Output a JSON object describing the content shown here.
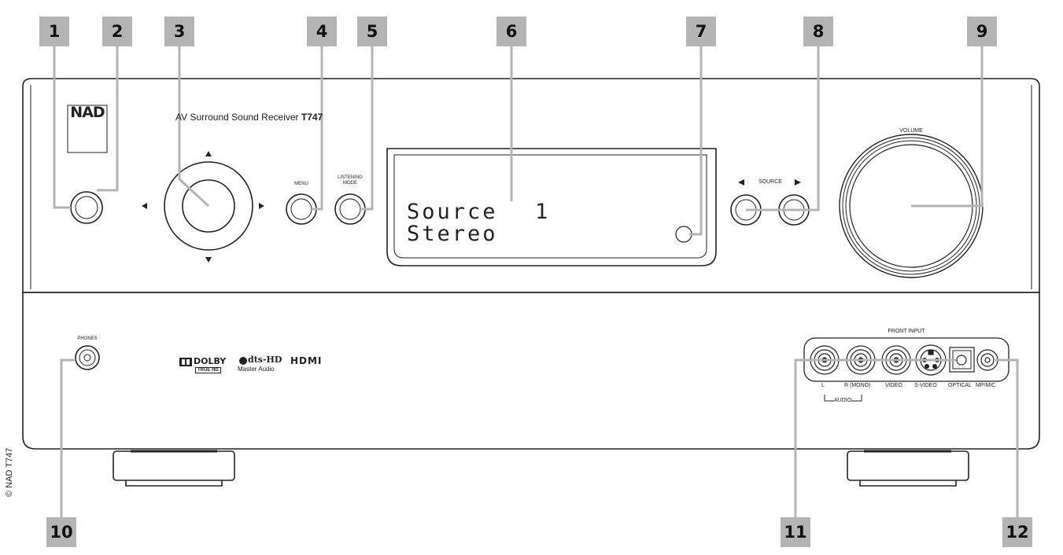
{
  "callouts": {
    "c1": "1",
    "c2": "2",
    "c3": "3",
    "c4": "4",
    "c5": "5",
    "c6": "6",
    "c7": "7",
    "c8": "8",
    "c9": "9",
    "c10": "10",
    "c11": "11",
    "c12": "12"
  },
  "upper_panel": {
    "brand": "NAD",
    "product_line": "AV Surround Sound Receiver",
    "model": "T747",
    "menu": "MENU",
    "listening_1": "LISTENING",
    "listening_2": "MODE",
    "source": "SOURCE",
    "volume": "VOLUME"
  },
  "display": {
    "line1_text": "Source",
    "line1_num": "1",
    "line2_text": "Stereo"
  },
  "lower_panel": {
    "phones": "PHONES",
    "dolby": "DOLBY",
    "truehd": "TRUE HD",
    "dts": "dts-HD",
    "dts_sub": "Master Audio",
    "hdmi": "HDMI",
    "front_input": "FRONT INPUT",
    "jack_l": "L",
    "jack_r": "R (MONO)",
    "jack_audio": "AUDIO",
    "jack_video": "VIDEO",
    "jack_svideo": "S-VIDEO",
    "jack_optical": "OPTICAL",
    "jack_mpmic": "MP/MIC"
  },
  "copyright": "© NAD T747",
  "colors": {
    "callout_bg": "#b4b4b4",
    "ink": "#222222"
  }
}
